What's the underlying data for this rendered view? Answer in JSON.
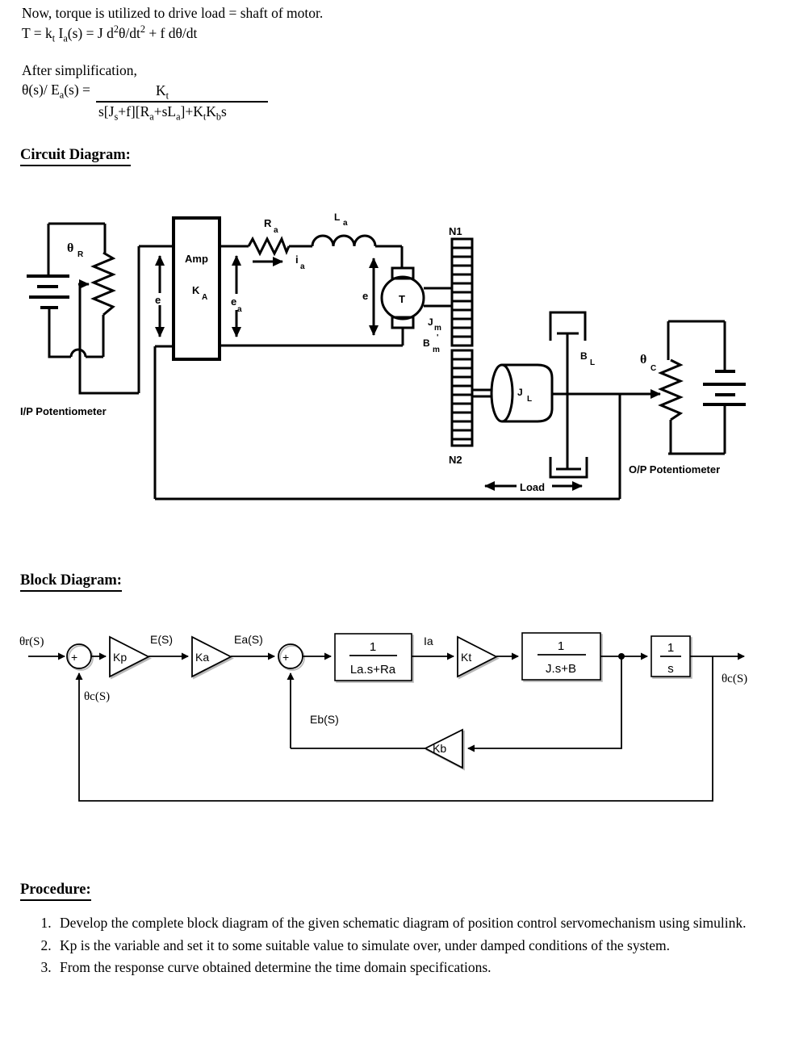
{
  "intro": {
    "line1": "Now, torque is utilized to drive load = shaft of motor.",
    "eq_runs": [
      {
        "t": "T = k"
      },
      {
        "s": "t"
      },
      {
        "t": " I"
      },
      {
        "s": "a"
      },
      {
        "t": "(s) = J d"
      },
      {
        "sup": "2"
      },
      {
        "t": "θ/dt"
      },
      {
        "sup": "2"
      },
      {
        "t": " + f dθ/dt"
      }
    ],
    "after": "After simplification,",
    "tf_lhs_runs": [
      {
        "t": "θ(s)/ E"
      },
      {
        "s": "a"
      },
      {
        "t": "(s) ="
      }
    ],
    "tf_num_runs": [
      {
        "t": "K"
      },
      {
        "s": "t"
      }
    ],
    "tf_den_runs": [
      {
        "t": "s[J"
      },
      {
        "s": "s"
      },
      {
        "t": "+f][R"
      },
      {
        "s": "a"
      },
      {
        "t": "+sL"
      },
      {
        "s": "a"
      },
      {
        "t": "]+K"
      },
      {
        "s": "t"
      },
      {
        "t": "K"
      },
      {
        "s": "b"
      },
      {
        "t": "s"
      }
    ]
  },
  "circuit": {
    "heading": "Circuit Diagram:",
    "theta_r": "θ",
    "theta_r_sub": "R",
    "ip_pot": "I/P Potentiometer",
    "amp": "Amp",
    "ka": "K",
    "ka_sub": "A",
    "e_in": "e",
    "ea": "e",
    "ea_sub": "a",
    "ra": "R",
    "ra_sub": "a",
    "ia": "i",
    "ia_sub": "a",
    "la": "L",
    "la_sub": "a",
    "e_m": "e",
    "motor": "T",
    "jm": "J",
    "jm_sub": "m",
    "bm": "B",
    "bm_prime": "'",
    "bm_sub": "m",
    "n1": "N1",
    "n2": "N2",
    "jl": "J",
    "jl_sub": "L",
    "bl": "B",
    "bl_sub": "L",
    "theta_c": "θ",
    "theta_c_sub": "C",
    "op_pot": "O/P Potentiometer",
    "load": "Load"
  },
  "block": {
    "heading": "Block Diagram:",
    "input": "θr(S)",
    "fb_label": "θc(S)",
    "output": "θc(S)",
    "e_s": "E(S)",
    "ea_s": "Ea(S)",
    "eb_s": "Eb(S)",
    "ia": "Ia",
    "kp": "Kp",
    "ka": "Ka",
    "kt": "Kt",
    "kb": "Kb",
    "tf1_num": "1",
    "tf1_den": "La.s+Ra",
    "tf2_num": "1",
    "tf2_den": "J.s+B",
    "tf3_num": "1",
    "tf3_den": "s",
    "sum_plus": "+",
    "sum_minus": "−"
  },
  "procedure": {
    "heading": "Procedure:",
    "items": [
      "Develop the complete block diagram of the given schematic diagram of position control servomechanism using simulink.",
      "Kp is the variable and set it to some suitable value to simulate over, under damped conditions of the system.",
      "From the response curve obtained determine the time domain specifications."
    ]
  }
}
